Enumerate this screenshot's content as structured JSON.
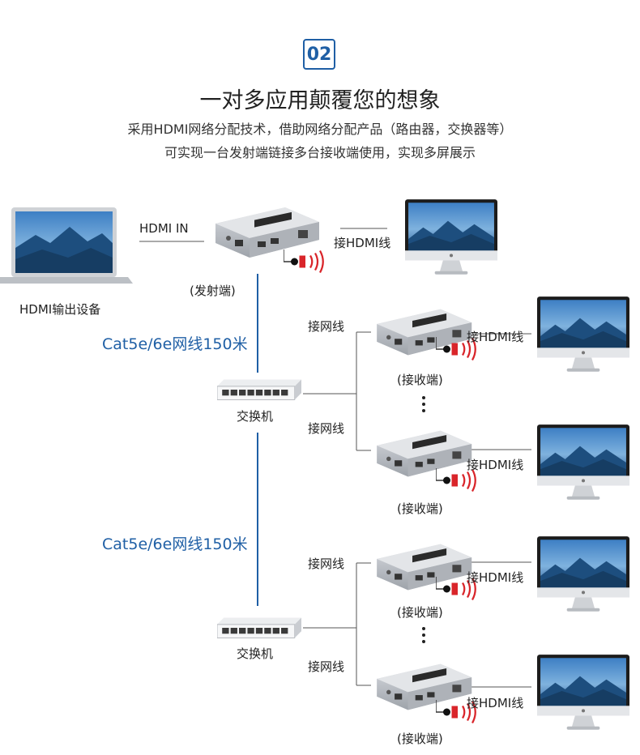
{
  "badge": "02",
  "title": "一对多应用颠覆您的想象",
  "subtitle_line1": "采用HDMI网络分配技术，借助网络分配产品（路由器，交换器等）",
  "subtitle_line2": "可实现一台发射端链接多台接收端使用，实现多屏展示",
  "labels": {
    "hdmi_in": "HDMI  IN",
    "hdmi_out_device": "HDMI输出设备",
    "transmitter": "(发射端)",
    "connect_hdmi": "接HDMI线",
    "connect_net": "接网线",
    "receiver": "(接收端)",
    "switch": "交换机",
    "cable": "Cat5e/6e网线150米"
  },
  "colors": {
    "accent": "#1f5fa5",
    "device_gray": "#c9ccd1",
    "ir_red": "#d9252a"
  }
}
